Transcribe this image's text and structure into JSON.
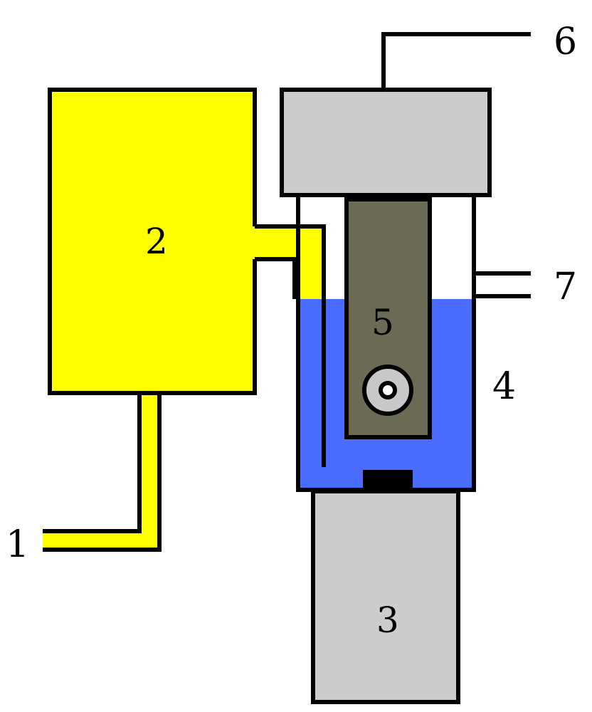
{
  "diagram": {
    "labels": {
      "inlet": "1",
      "reservoir": "2",
      "base_unit": "3",
      "liquid_vessel": "4",
      "holder": "5",
      "top_lead": "6",
      "side_lead": "7"
    }
  },
  "colors": {
    "reservoir_fill": "#ffff00",
    "liquid_fill": "#4a6cff",
    "holder_fill": "#6b6b55",
    "grey_fill": "#cccccc",
    "sample_ring": "#c8c8c8",
    "outline": "#000000"
  }
}
